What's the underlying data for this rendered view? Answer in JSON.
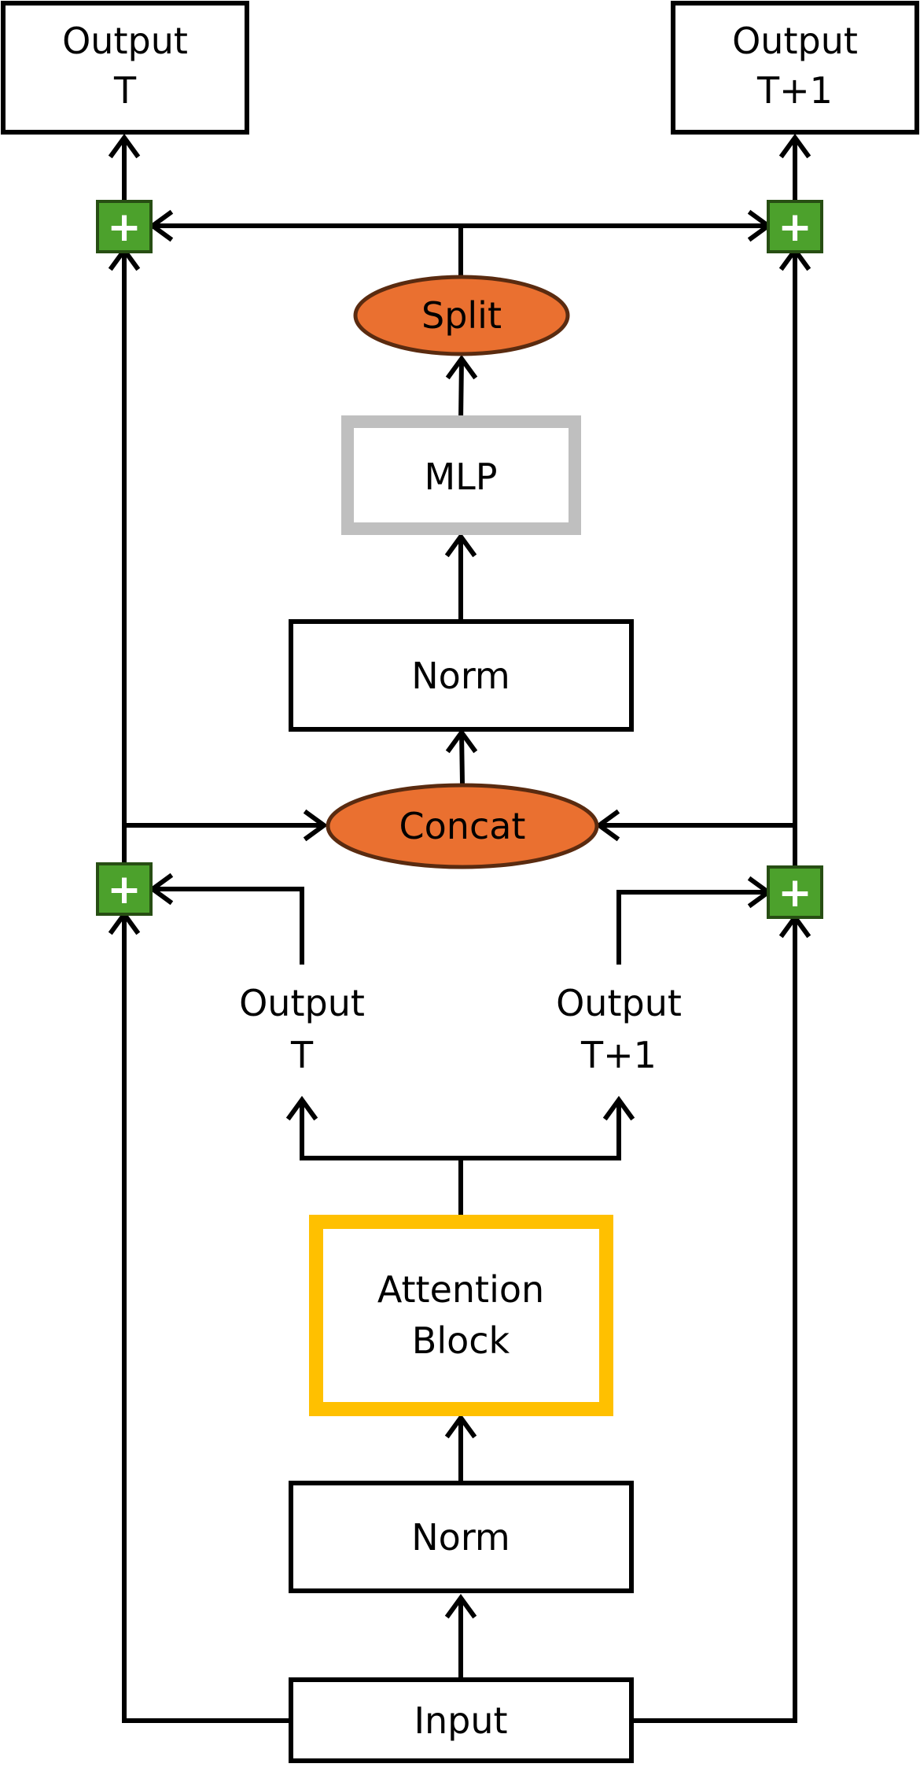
{
  "colors": {
    "line": "#000000",
    "oval_fill": "#ea7030",
    "oval_stroke": "#5a2b10",
    "mlp_border": "#bfbfbf",
    "attention_border": "#ffc000",
    "adder_fill": "#4ca12c",
    "adder_stroke": "#274e13"
  },
  "nodes": {
    "output_t_top": {
      "line1": "Output",
      "line2": "T"
    },
    "output_t1_top": {
      "line1": "Output",
      "line2": "T+1"
    },
    "split": {
      "label": "Split"
    },
    "mlp": {
      "label": "MLP"
    },
    "norm_upper": {
      "label": "Norm"
    },
    "concat": {
      "label": "Concat"
    },
    "output_t_mid": {
      "line1": "Output",
      "line2": "T"
    },
    "output_t1_mid": {
      "line1": "Output",
      "line2": "T+1"
    },
    "attention": {
      "line1": "Attention",
      "line2": "Block"
    },
    "norm_lower": {
      "label": "Norm"
    },
    "input": {
      "label": "Input"
    }
  },
  "adders": {
    "glyph": "+",
    "icon": "plus-icon"
  }
}
